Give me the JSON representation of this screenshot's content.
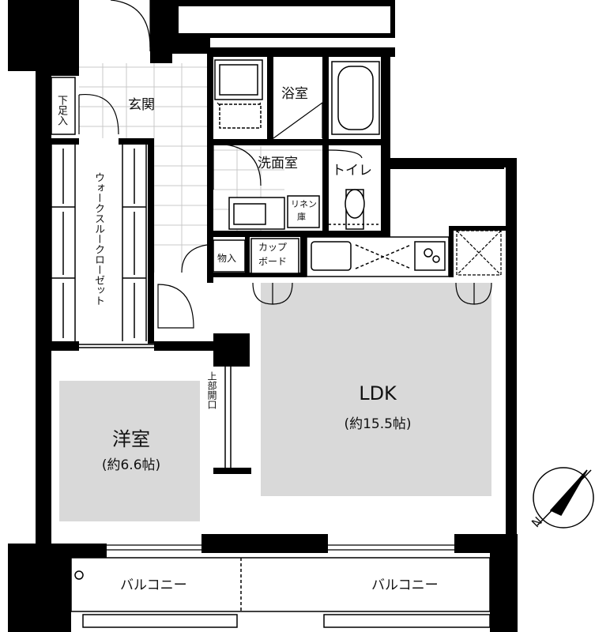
{
  "rooms": {
    "entrance": "玄関",
    "shoe_storage": "下足入",
    "walk_through_closet": "ウォークスルークローゼット",
    "bathroom": "浴室",
    "washroom": "洗面室",
    "toilet": "トイレ",
    "linen_line1": "リネン",
    "linen_line2": "庫",
    "storage": "物入",
    "cupboard_line1": "カップ",
    "cupboard_line2": "ボード",
    "upper_opening": "上部開口",
    "ldk": {
      "name": "LDK",
      "size": "(約15.5帖)"
    },
    "western_room": {
      "name": "洋室",
      "size": "(約6.6帖)"
    },
    "balcony_left": "バルコニー",
    "balcony_right": "バルコニー"
  },
  "colors": {
    "wall": "#000000",
    "room_fill": "#d9d9d9",
    "line": "#333333",
    "tile": "#c8c8c8"
  },
  "compass": {
    "label": "N",
    "icon": "north-arrow-icon"
  }
}
